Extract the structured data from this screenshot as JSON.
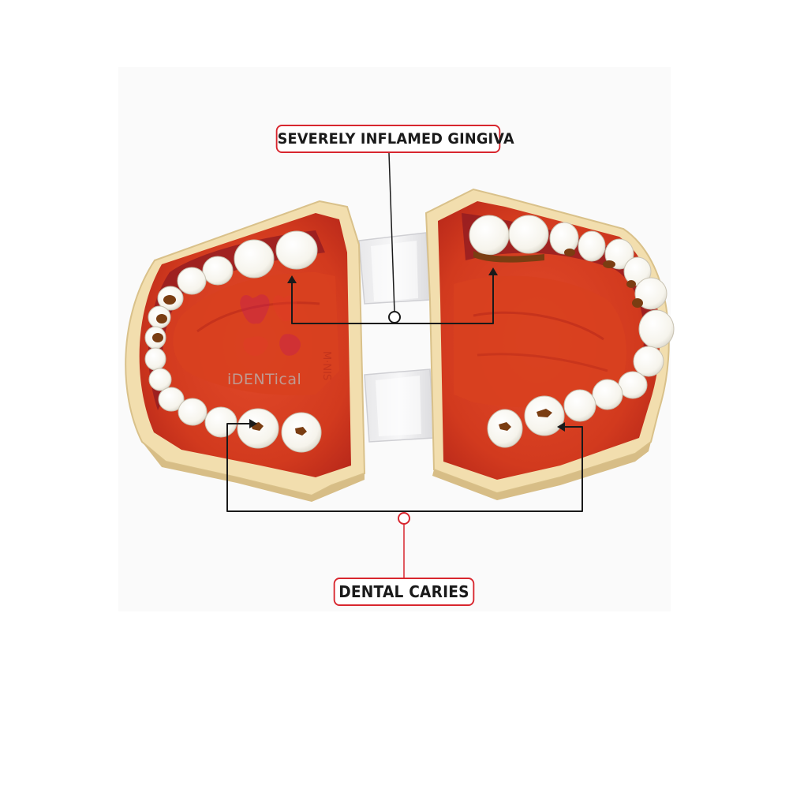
{
  "labels": {
    "top": "SEVERELY INFLAMED GINGIVA",
    "bottom": "DENTAL CARIES"
  },
  "watermark": {
    "text": "iDENTical",
    "logo_icon": "tooth-logo-icon"
  },
  "colors": {
    "accent_red": "#d8262e",
    "gum_red": "#d63a1e",
    "gum_dark": "#9e1f18",
    "inflamed": "#7a1420",
    "base_cream": "#f2deae",
    "tooth_white": "#fbfbf7",
    "caries_brown": "#7a3d12",
    "callout_line": "#1a1a1a"
  }
}
